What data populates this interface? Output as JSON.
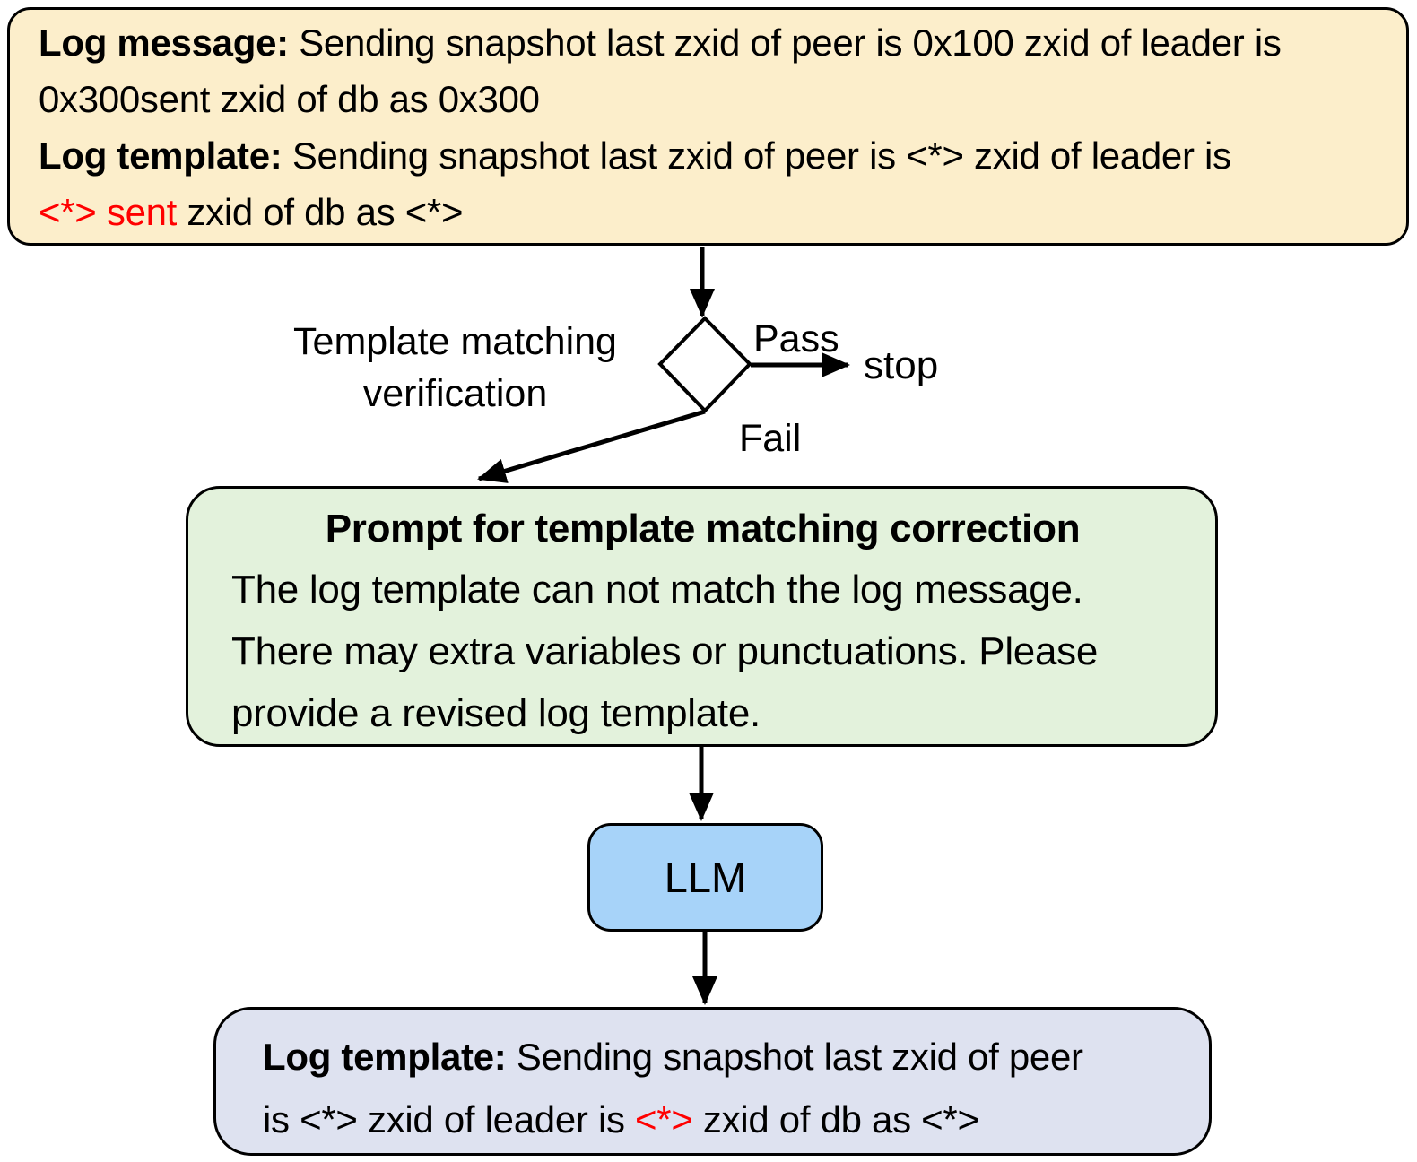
{
  "diagram": {
    "top_box": {
      "message_label": "Log message:",
      "message_line1_rest": " Sending snapshot last zxid of peer is 0x100 zxid of leader is",
      "message_line2": "0x300sent zxid of db as 0x300",
      "template_label": "Log template:",
      "template_line1_rest": " Sending snapshot last zxid of peer is <*> zxid of leader is",
      "template_line2_red": "<*> sent",
      "template_line2_rest": " zxid of db as <*>"
    },
    "decision": {
      "label_line1": "Template matching",
      "label_line2": "verification",
      "pass_label": "Pass",
      "stop_label": "stop",
      "fail_label": "Fail"
    },
    "prompt_box": {
      "title": "Prompt for template matching correction",
      "body_line1": "The log template can not match the log message.",
      "body_line2": "There may extra variables or punctuations. Please",
      "body_line3": "provide a revised log template."
    },
    "llm_box": {
      "label": "LLM"
    },
    "output_box": {
      "template_label": "Log template:",
      "line1_rest": " Sending snapshot last zxid of peer",
      "line2_part1": "is <*> zxid of leader is ",
      "line2_red": "<*>",
      "line2_part2": " zxid of db as <*>"
    },
    "colors": {
      "top_box_fill": "#FCEECB",
      "prompt_box_fill": "#E3F2DC",
      "llm_box_fill": "#A7D3F9",
      "output_box_fill": "#DEE2F0",
      "highlight_red": "#FF0000",
      "border": "#000000",
      "diamond_fill": "#FFFFFF"
    }
  }
}
